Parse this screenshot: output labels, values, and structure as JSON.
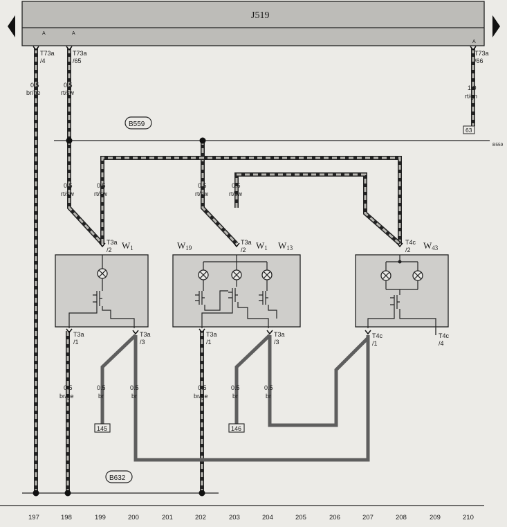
{
  "header": {
    "control_unit": "J519"
  },
  "connectors": {
    "t73a": "T73a",
    "t73a_pin_4": "/4",
    "t73a_pin_65": "/65",
    "t73a_pin_66": "/66",
    "pin_marker": "A",
    "t3a": "T3a",
    "t4c": "T4c",
    "pin_1": "/1",
    "pin_2": "/2",
    "pin_3": "/3",
    "pin_4": "/4"
  },
  "wires": {
    "w_br_ge": {
      "size": "0.5",
      "color": "br/ge"
    },
    "w_rt_sw": {
      "size": "0.5",
      "color": "rt/sw"
    },
    "w_rt_gn": {
      "size": "1.0",
      "color": "rt/gn"
    },
    "w_br": {
      "size": "0.5",
      "color": "br"
    }
  },
  "junctions": {
    "b559": "B559",
    "b559_edge": "B559",
    "b632": "B632"
  },
  "components": {
    "w1": "W",
    "w1_sub": "1",
    "w19": "W",
    "w19_sub": "19",
    "w13": "W",
    "w13_sub": "13",
    "w43": "W",
    "w43_sub": "43"
  },
  "references": {
    "ref_63": "63",
    "ref_145": "145",
    "ref_146": "146"
  },
  "footer": {
    "columns": [
      "197",
      "198",
      "199",
      "200",
      "201",
      "202",
      "203",
      "204",
      "205",
      "206",
      "207",
      "208",
      "209",
      "210"
    ]
  }
}
